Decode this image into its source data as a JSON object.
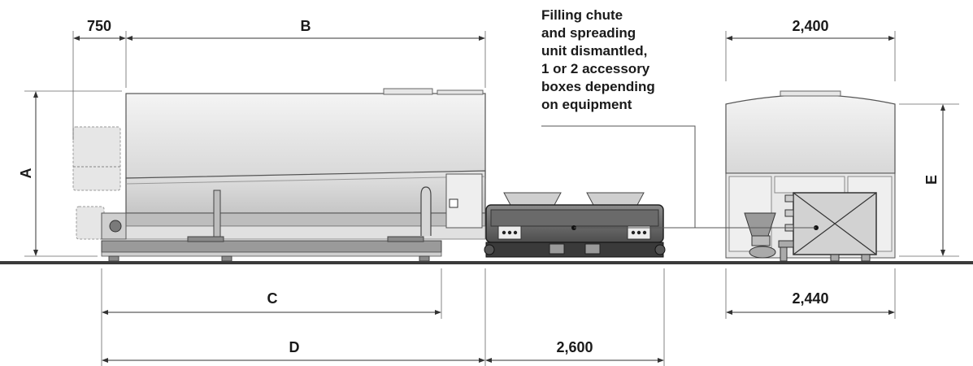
{
  "dimensions": {
    "a": "A",
    "b": "B",
    "c": "C",
    "d": "D",
    "e": "E",
    "dim_750": "750",
    "dim_2400": "2,400",
    "dim_2440": "2,440",
    "dim_2600": "2,600"
  },
  "note": {
    "lines": [
      "Filling chute",
      "and spreading",
      "unit dismantled,",
      "1 or 2 accessory",
      "boxes depending",
      "on equipment"
    ]
  }
}
